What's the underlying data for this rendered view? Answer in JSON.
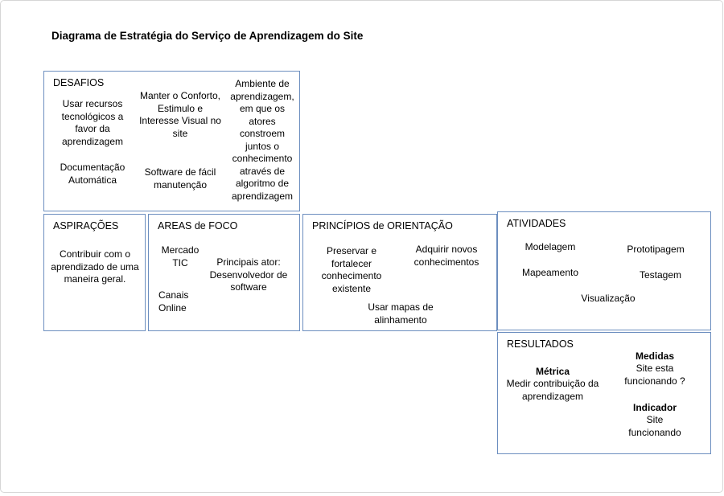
{
  "title": "Diagrama de Estratégia do Serviço de Aprendizagem do Site",
  "colors": {
    "box_border": "#6c8ebf",
    "page_border": "#d6d6d6",
    "text": "#000000",
    "background": "#ffffff"
  },
  "desafios": {
    "header": "DESAFIOS",
    "col1_item1": "Usar recursos tecnológicos a favor da aprendizagem",
    "col1_item2": "Documentação Automática",
    "col2_item1": "Manter o Conforto, Estimulo e Interesse Visual no site",
    "col2_item2": "Software de fácil manutenção",
    "col3_item1": "Ambiente de aprendizagem, em que os atores constroem juntos o conhecimento através de algoritmo de aprendizagem"
  },
  "aspiracoes": {
    "header": "ASPIRAÇÕES",
    "item1": "Contribuir com o aprendizado de uma maneira geral."
  },
  "areas_foco": {
    "header": "AREAS de FOCO",
    "item1": "Mercado TIC",
    "item2": "Canais Online",
    "item3": "Principais ator: Desenvolvedor de software"
  },
  "principios": {
    "header": "PRINCÍPIOS de ORIENTAÇÃO",
    "item1": "Preservar e fortalecer conhecimento existente",
    "item2": "Adquirir novos conhecimentos",
    "item3": "Usar mapas de alinhamento"
  },
  "atividades": {
    "header": "ATIVIDADES",
    "item1": "Modelagem",
    "item2": "Prototipagem",
    "item3": "Mapeamento",
    "item4": "Testagem",
    "item5": "Visualização"
  },
  "resultados": {
    "header": "RESULTADOS",
    "metrica_label": "Métrica",
    "metrica_text": "Medir contribuição da aprendizagem",
    "medidas_label": "Medidas",
    "medidas_text": "Site esta funcionando ?",
    "indicador_label": "Indicador",
    "indicador_text": "Site funcionando"
  }
}
